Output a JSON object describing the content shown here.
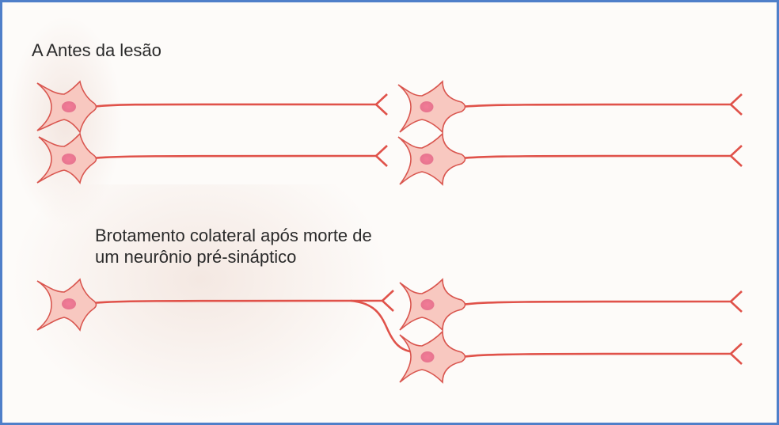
{
  "section_a": {
    "label": "A  Antes da lesão"
  },
  "section_b": {
    "line1": "Brotamento colateral após morte de",
    "line2": "um neurônio pré-sináptico"
  },
  "colors": {
    "border": "#4f7fc9",
    "neuron_fill": "#f8c8c0",
    "neuron_outline": "#d9564f",
    "nucleus": "#e86a8a",
    "axon": "#e0524a"
  }
}
